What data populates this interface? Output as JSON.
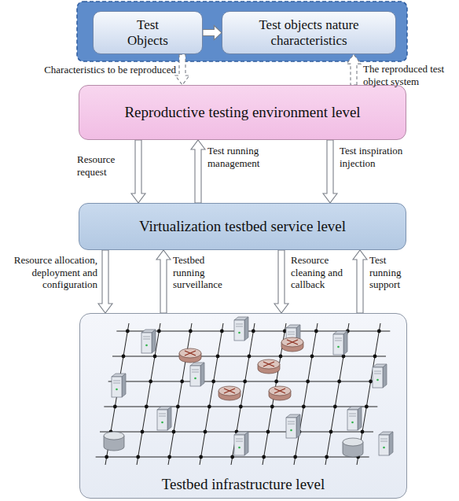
{
  "diagram": {
    "nodes": [
      {
        "text": [
          "Test Objects"
        ]
      },
      {
        "text": [
          "Test objects nature characteristics"
        ]
      },
      {
        "text": [
          "Reproductive testing environment level"
        ]
      },
      {
        "text": [
          "Virtualization testbed service level"
        ]
      },
      {
        "text": [
          "Testbed infrastructure level"
        ]
      }
    ],
    "edges": [
      {
        "from": 0,
        "to": 1,
        "arrow": "to"
      },
      {
        "from": 0,
        "to": 2,
        "label": "Characteristics to be reproduced",
        "arrow": "to"
      },
      {
        "from": 2,
        "to": 1,
        "label": "The reproduced test object system",
        "arrow": "to"
      },
      {
        "from": 2,
        "to": 3,
        "label": "Resource request",
        "arrow": "to"
      },
      {
        "from": 3,
        "to": 2,
        "label": "Test running management",
        "arrow": "to"
      },
      {
        "from": 2,
        "to": 3,
        "label": "Test inspiration injection",
        "arrow": "to"
      },
      {
        "from": 3,
        "to": 4,
        "label": "Resource allocation, deployment and configuration",
        "arrow": "to"
      },
      {
        "from": 4,
        "to": 3,
        "label": "Testbed running surveillance",
        "arrow": "to"
      },
      {
        "from": 3,
        "to": 4,
        "label": "Resource cleaning and callback",
        "arrow": "to"
      },
      {
        "from": 4,
        "to": 3,
        "label": "Test running support",
        "arrow": "to"
      }
    ]
  }
}
